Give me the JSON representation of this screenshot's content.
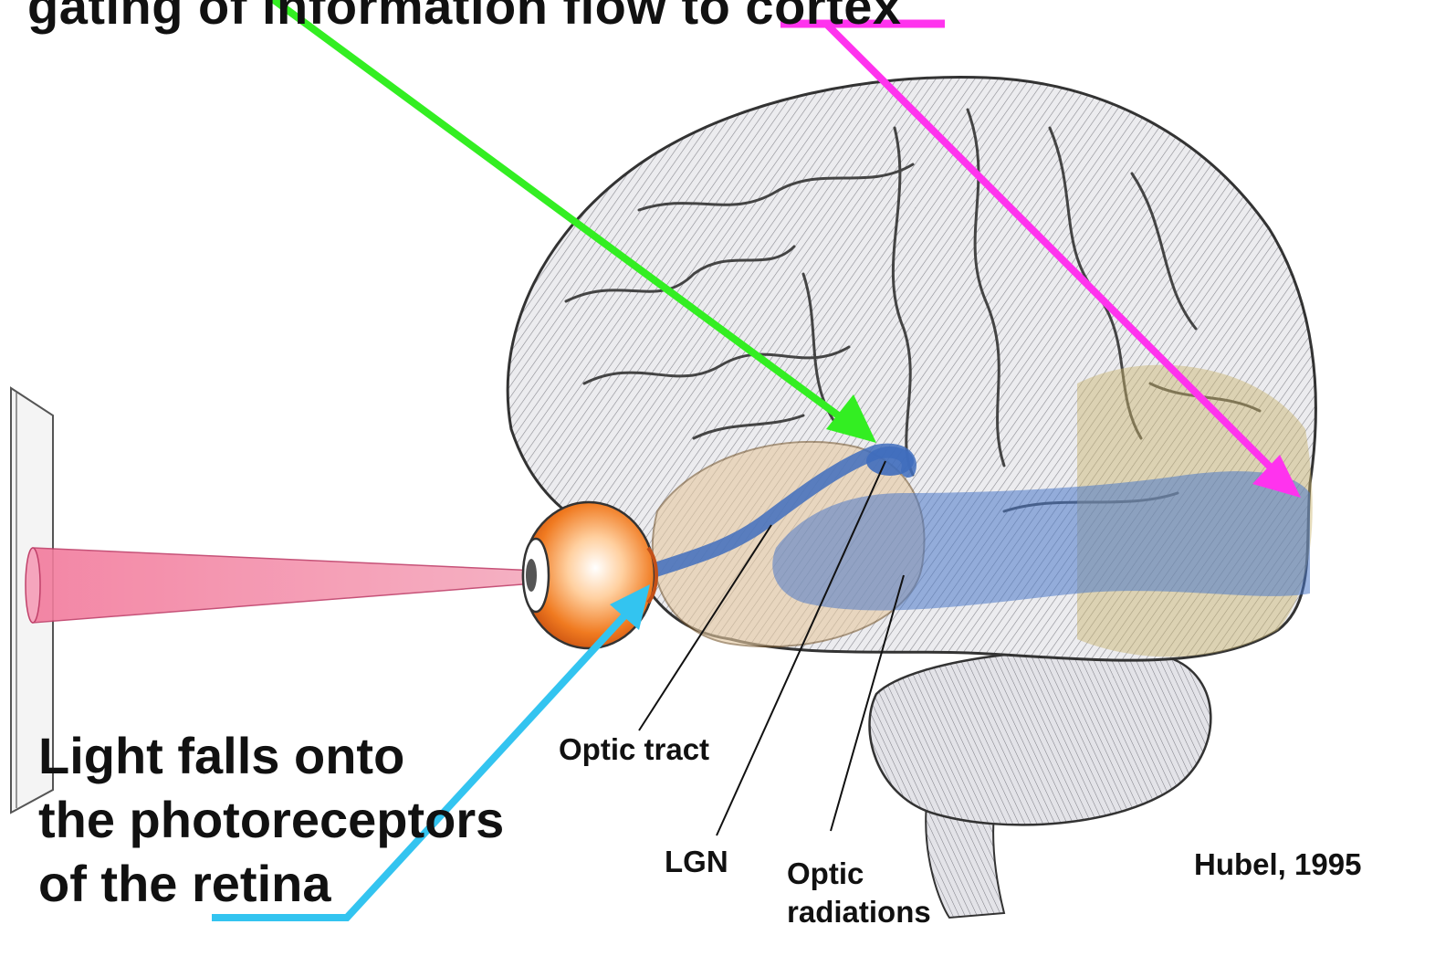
{
  "header": {
    "title_partial": "gating of information flow to cortex",
    "underlined_word": "cortex"
  },
  "caption": {
    "line1": "Light falls onto",
    "line2": "the photoreceptors",
    "line3_prefix": "of the ",
    "line3_underlined": "retina"
  },
  "labels": {
    "optic_tract": "Optic tract",
    "lgn": "LGN",
    "optic_radiations_1": "Optic",
    "optic_radiations_2": "radiations",
    "citation": "Hubel, 1995"
  },
  "colors": {
    "green_arrow": "#33ee22",
    "magenta_arrow": "#ff33ee",
    "cyan_arrow": "#33c4f0",
    "light_beam": "#f08aa8",
    "eye": "#f07a20",
    "visual_pathway": "#4a78c8",
    "brain_fill": "#e6e6ea",
    "temporal_lobe": "#e6c9a0",
    "occipital_lobe": "#c9b36a"
  },
  "icons": [
    "brain-illustration",
    "eye-icon",
    "screen-panel",
    "light-beam"
  ]
}
